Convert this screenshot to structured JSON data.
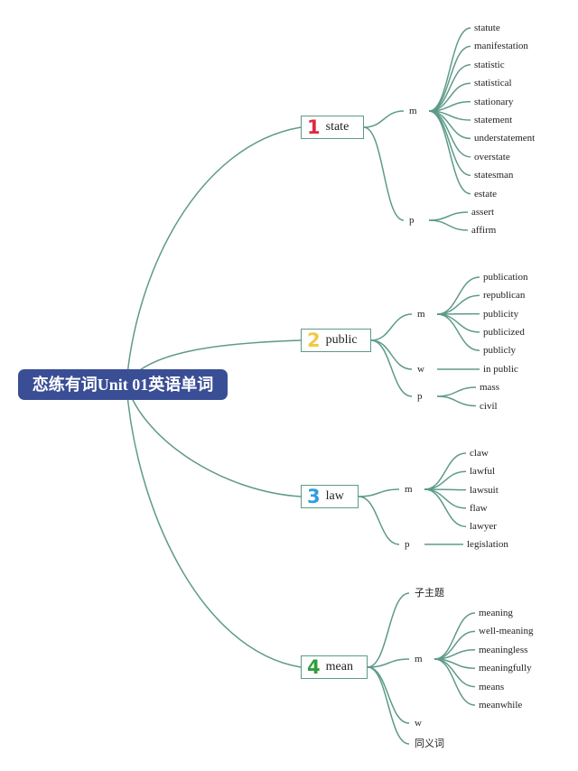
{
  "root": "恋练有词Unit 01英语单词",
  "branches": [
    {
      "number": "1",
      "color": "#e0283c",
      "title": "state",
      "groups": [
        {
          "tag": "m",
          "words": [
            "statute",
            "manifestation",
            "statistic",
            "statistical",
            "stationary",
            "statement",
            "understatement",
            "overstate",
            "statesman",
            "estate"
          ]
        },
        {
          "tag": "p",
          "words": [
            "assert",
            "affirm"
          ]
        }
      ]
    },
    {
      "number": "2",
      "color": "#f3c842",
      "title": "public",
      "groups": [
        {
          "tag": "m",
          "words": [
            "publication",
            "republican",
            "publicity",
            "publicized",
            "publicly"
          ]
        },
        {
          "tag": "w",
          "words": [
            "in public"
          ]
        },
        {
          "tag": "p",
          "words": [
            "mass",
            "civil"
          ]
        }
      ]
    },
    {
      "number": "3",
      "color": "#2f9de0",
      "title": "law",
      "groups": [
        {
          "tag": "m",
          "words": [
            "claw",
            "lawful",
            "lawsuit",
            "flaw",
            "lawyer"
          ]
        },
        {
          "tag": "p",
          "words": [
            "legislation"
          ]
        }
      ]
    },
    {
      "number": "4",
      "color": "#2e9d3c",
      "title": "mean",
      "groups": [
        {
          "tag": "子主题",
          "words": []
        },
        {
          "tag": "m",
          "words": [
            "meaning",
            "well-meaning",
            "meaningless",
            "meaningfully",
            "means",
            "meanwhile"
          ]
        },
        {
          "tag": "w",
          "words": []
        },
        {
          "tag": "同义词",
          "words": []
        }
      ]
    }
  ]
}
